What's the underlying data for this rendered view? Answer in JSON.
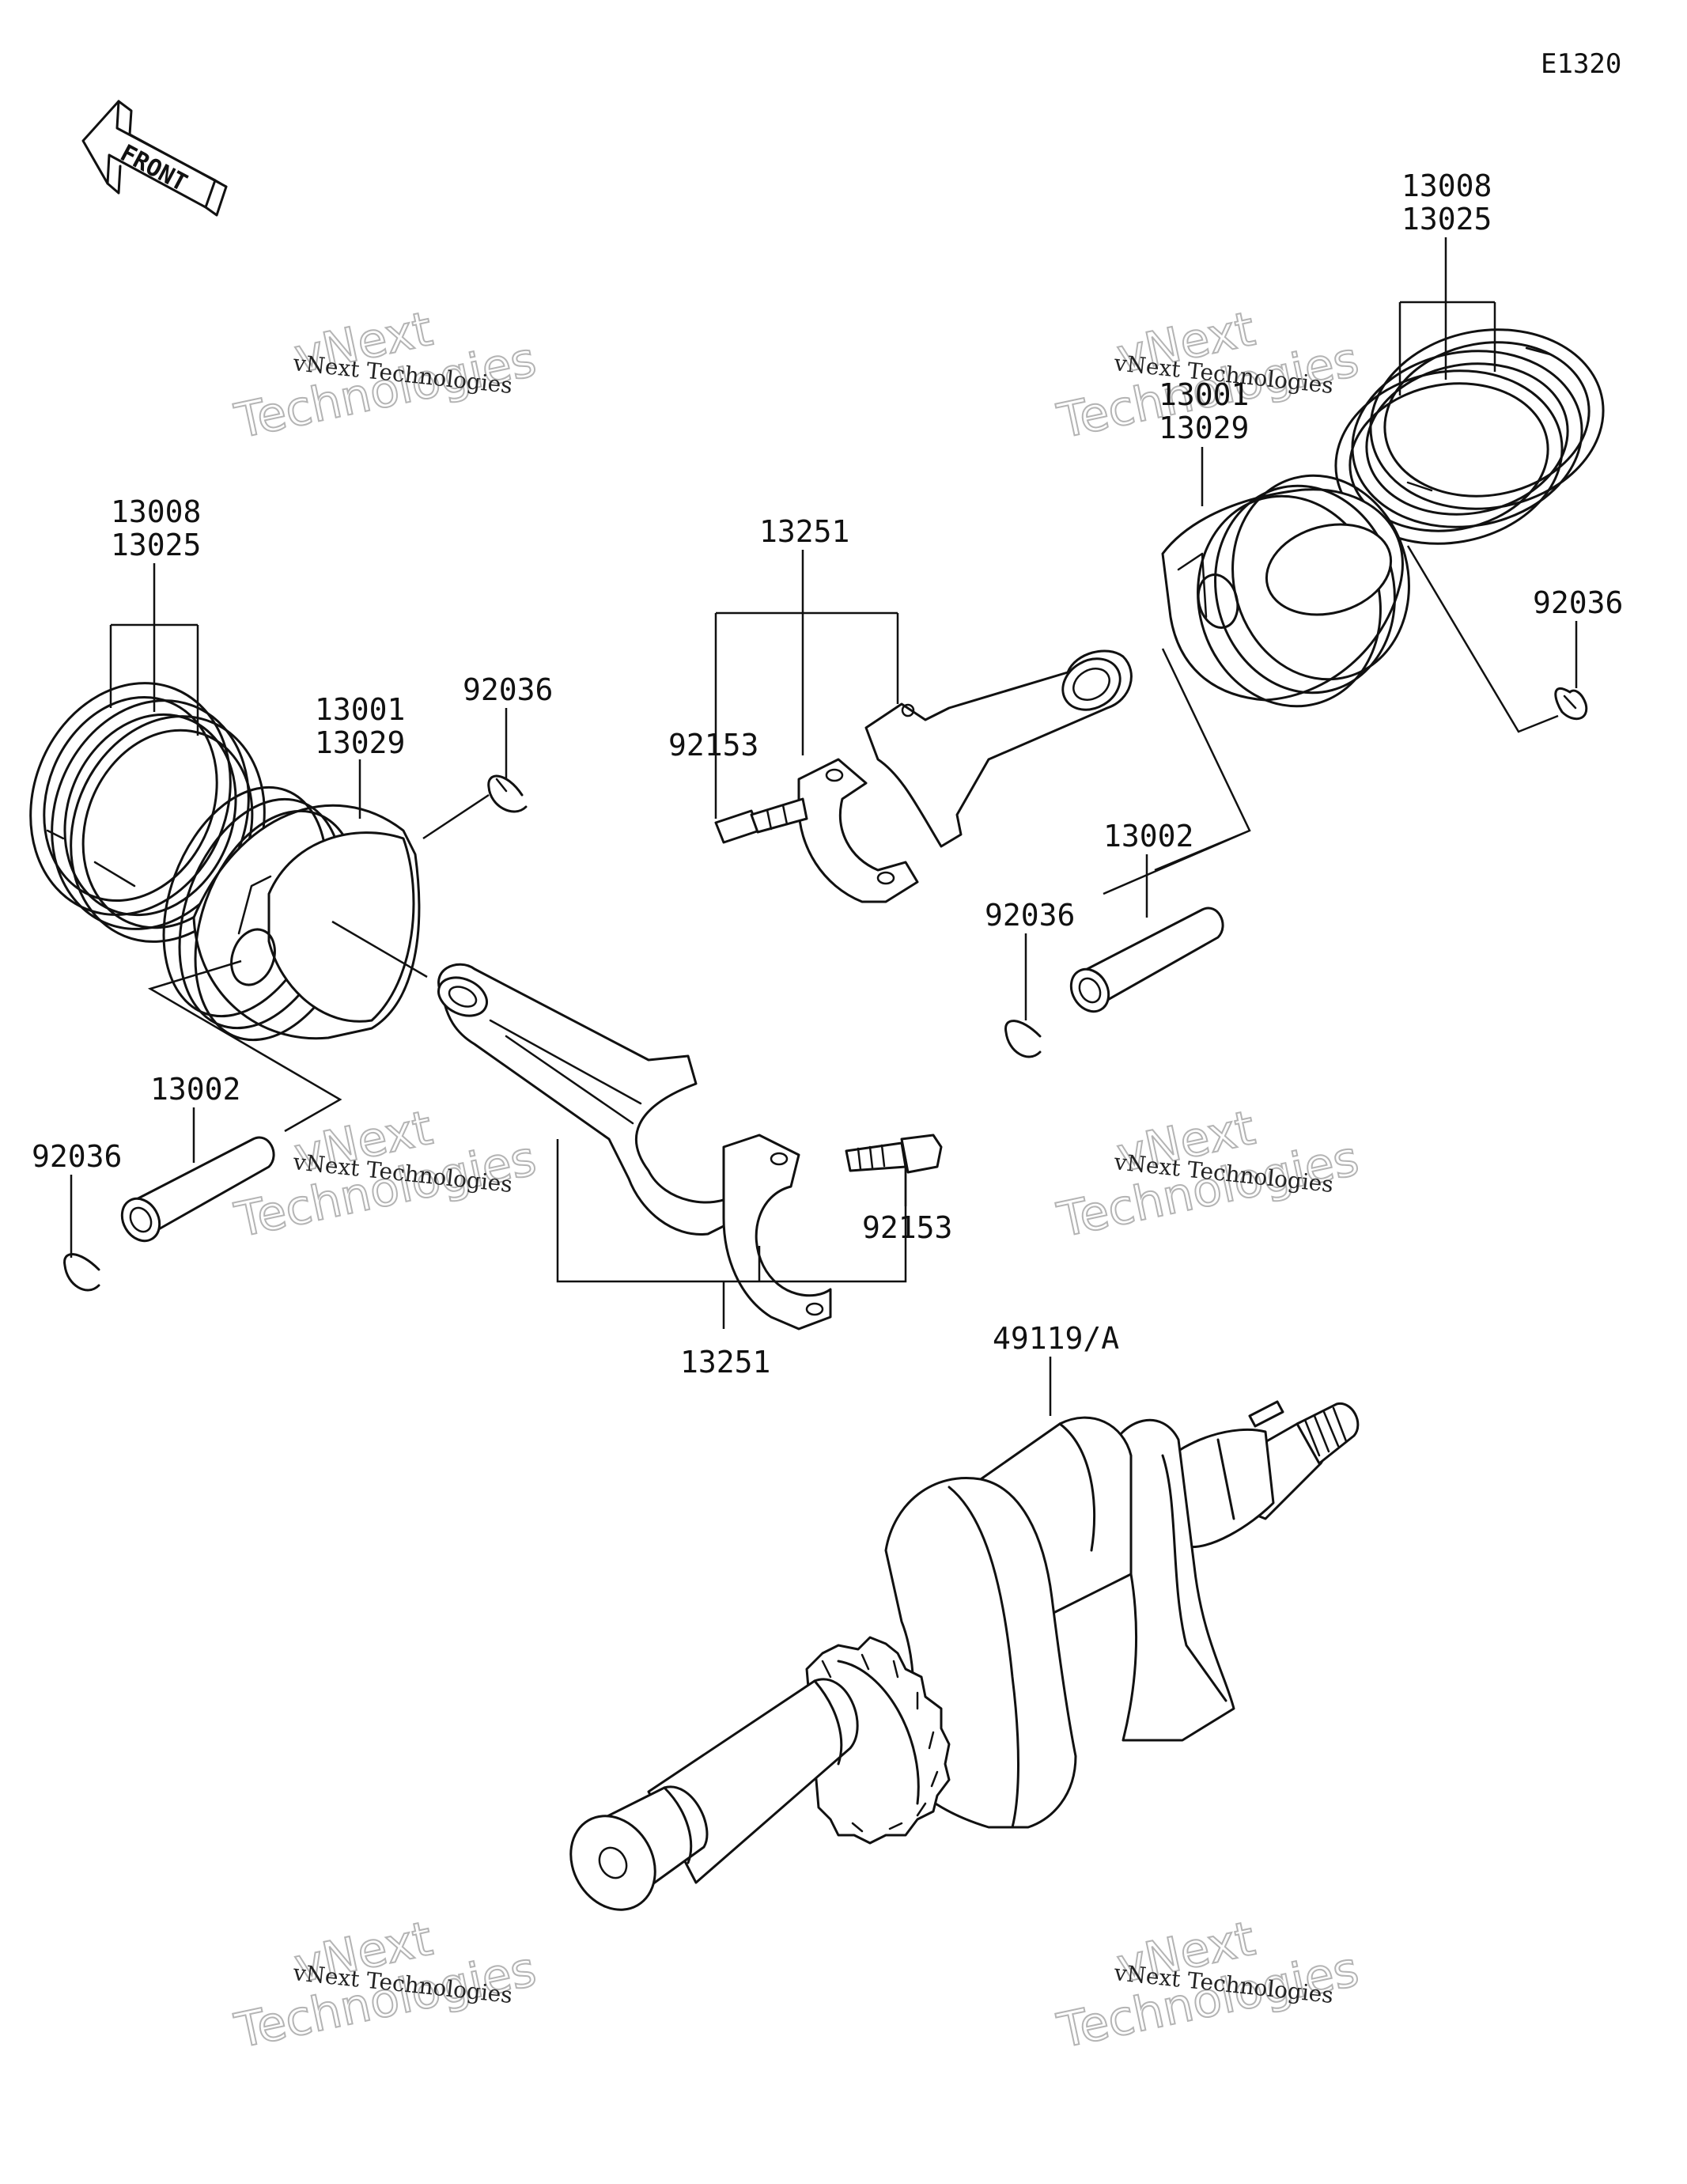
{
  "page_code": "E1320",
  "front_label": "FRONT",
  "watermark": {
    "line1": "vNext",
    "line2": "Technologies",
    "caption": "vNext Technologies"
  },
  "labels": {
    "rings_left_a": "13008",
    "rings_left_b": "13025",
    "piston_left_a": "13001",
    "piston_left_b": "13029",
    "clip_left_upper": "92036",
    "pin_left": "13002",
    "clip_left_lower": "92036",
    "rod_upper": "13251",
    "bolt_upper": "92153",
    "rod_lower": "13251",
    "bolt_lower": "92153",
    "rings_right_a": "13008",
    "rings_right_b": "13025",
    "piston_right_a": "13001",
    "piston_right_b": "13029",
    "clip_right_upper": "92036",
    "pin_right": "13002",
    "clip_right_lower": "92036",
    "crankshaft": "49119/A"
  }
}
